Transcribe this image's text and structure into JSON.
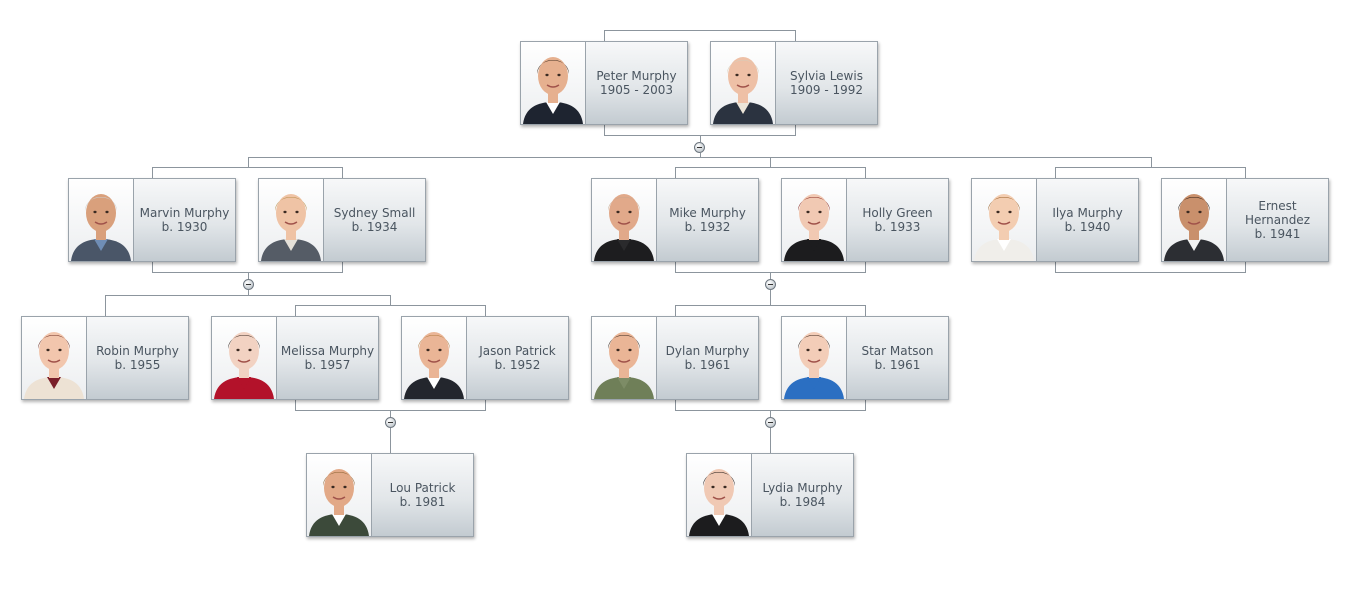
{
  "people": [
    {
      "id": "peter",
      "name": "Peter Murphy",
      "dates": "1905 - 2003",
      "avatar": {
        "skin": "#e6b08f",
        "hair": "#4a3426",
        "suit": "#1e2430",
        "shirt": "#ffffff"
      }
    },
    {
      "id": "sylvia",
      "name": "Sylvia Lewis",
      "dates": "1909 - 1992",
      "avatar": {
        "skin": "#eec0a6",
        "hair": "#d7cdbb",
        "suit": "#2b3340",
        "shirt": "#ece5d8"
      }
    },
    {
      "id": "marvin",
      "name": "Marvin Murphy",
      "dates": "b. 1930",
      "avatar": {
        "skin": "#d9a07c",
        "hair": "#cfcfcf",
        "suit": "#4a5668",
        "shirt": "#6f8db5"
      }
    },
    {
      "id": "sydney",
      "name": "Sydney Small",
      "dates": "b. 1934",
      "avatar": {
        "skin": "#efc3a5",
        "hair": "#b88f4c",
        "suit": "#555c66",
        "shirt": "#e4e0d8"
      }
    },
    {
      "id": "mike",
      "name": "Mike Murphy",
      "dates": "b. 1932",
      "avatar": {
        "skin": "#e1a98a",
        "hair": "#caa88e",
        "suit": "#1d1d1f",
        "shirt": "#2a2a2c"
      }
    },
    {
      "id": "holly",
      "name": "Holly Green",
      "dates": "b. 1933",
      "avatar": {
        "skin": "#f1c9b3",
        "hair": "#8b2a22",
        "suit": "#1c1c1e",
        "shirt": "#1c1c1e"
      }
    },
    {
      "id": "ilya",
      "name": "Ilya Murphy",
      "dates": "b. 1940",
      "avatar": {
        "skin": "#f3cdb1",
        "hair": "#9a5e26",
        "suit": "#f0eeea",
        "shirt": "#ffffff"
      }
    },
    {
      "id": "ernest",
      "name": "Ernest Hernandez",
      "dates": "b. 1941",
      "avatar": {
        "skin": "#c9906c",
        "hair": "#2a1a12",
        "suit": "#2c2e33",
        "shirt": "#f2f2f2"
      }
    },
    {
      "id": "robin",
      "name": "Robin Murphy",
      "dates": "b. 1955",
      "avatar": {
        "skin": "#f2c6ad",
        "hair": "#6e2f22",
        "suit": "#ede2d4",
        "shirt": "#7a1f2a"
      }
    },
    {
      "id": "melissa",
      "name": "Melissa Murphy",
      "dates": "b. 1957",
      "avatar": {
        "skin": "#f2d2c2",
        "hair": "#3a2a22",
        "suit": "#b3122a",
        "shirt": "#b3122a"
      }
    },
    {
      "id": "jason",
      "name": "Jason Patrick",
      "dates": "b. 1952",
      "avatar": {
        "skin": "#eab596",
        "hair": "#b07a3e",
        "suit": "#23262d",
        "shirt": "#ffffff"
      }
    },
    {
      "id": "dylan",
      "name": "Dylan Murphy",
      "dates": "b. 1961",
      "avatar": {
        "skin": "#eab596",
        "hair": "#3a2a20",
        "suit": "#6f7f58",
        "shirt": "#7d8c66"
      }
    },
    {
      "id": "star",
      "name": "Star Matson",
      "dates": "b. 1961",
      "avatar": {
        "skin": "#f3cdb8",
        "hair": "#3a2418",
        "suit": "#2b6fc2",
        "shirt": "#2b6fc2"
      }
    },
    {
      "id": "lou",
      "name": "Lou Patrick",
      "dates": "b. 1981",
      "avatar": {
        "skin": "#e2a987",
        "hair": "#8a6232",
        "suit": "#3c4a3a",
        "shirt": "#ffffff"
      }
    },
    {
      "id": "lydia",
      "name": "Lydia Murphy",
      "dates": "b. 1984",
      "avatar": {
        "skin": "#f0c9b4",
        "hair": "#1e1714",
        "suit": "#1c1c1e",
        "shirt": "#ffffff"
      }
    }
  ],
  "couples": [
    {
      "partners": [
        "peter",
        "sylvia"
      ],
      "children": [
        "marvin",
        "mike",
        "ilya"
      ]
    },
    {
      "partners": [
        "marvin",
        "sydney"
      ],
      "children": [
        "robin",
        "melissa"
      ]
    },
    {
      "partners": [
        "mike",
        "holly"
      ],
      "children": [
        "dylan"
      ]
    },
    {
      "partners": [
        "ilya",
        "ernest"
      ],
      "children": []
    },
    {
      "partners": [
        "melissa",
        "jason"
      ],
      "children": [
        "lou"
      ]
    },
    {
      "partners": [
        "dylan",
        "star"
      ],
      "children": [
        "lydia"
      ]
    }
  ],
  "colors": {
    "connector": "#8c959d",
    "card_border": "#9aa3ab",
    "name_text": "#4a5560"
  }
}
